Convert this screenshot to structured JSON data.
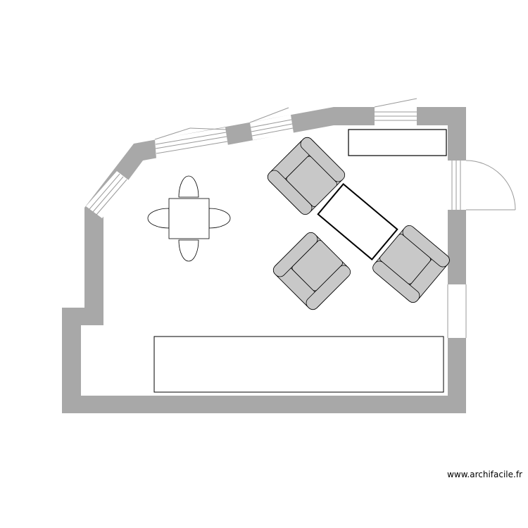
{
  "plan": {
    "colors": {
      "wall": "#a8a8a8",
      "furniture_fill": "#c8c8c8",
      "line": "#000000",
      "background": "#ffffff"
    },
    "items": [
      {
        "kind": "wall",
        "name": "perimeter-wall"
      },
      {
        "kind": "window",
        "name": "window-upper-left"
      },
      {
        "kind": "window",
        "name": "window-top-left"
      },
      {
        "kind": "window",
        "name": "window-top-middle"
      },
      {
        "kind": "window",
        "name": "window-top-right"
      },
      {
        "kind": "window",
        "name": "window-right-lower"
      },
      {
        "kind": "door",
        "name": "door-right"
      },
      {
        "kind": "furniture",
        "name": "sideboard"
      },
      {
        "kind": "furniture",
        "name": "long-cabinet"
      },
      {
        "kind": "furniture",
        "name": "coffee-table"
      },
      {
        "kind": "furniture",
        "name": "dining-table"
      },
      {
        "kind": "furniture",
        "name": "dining-chair",
        "count": 4
      },
      {
        "kind": "furniture",
        "name": "armchair",
        "count": 3
      }
    ]
  },
  "watermark": "www.archifacile.fr"
}
